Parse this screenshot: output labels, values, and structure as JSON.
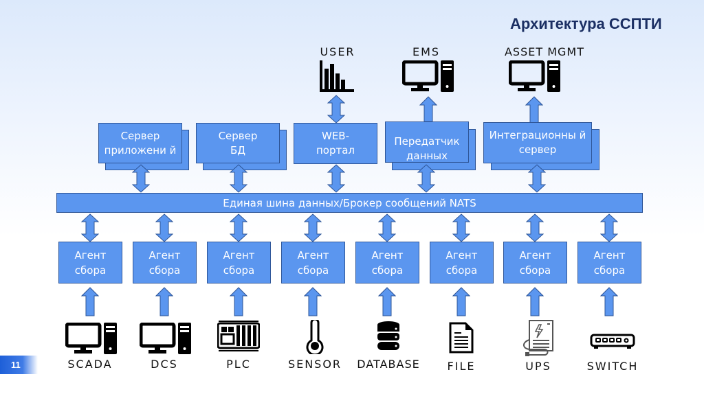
{
  "slide": {
    "title": "Архитектура ССПТИ",
    "page_number": "11"
  },
  "top_systems": [
    {
      "label": "USER",
      "icon": "bar-chart-icon"
    },
    {
      "label": "EMS",
      "icon": "computer-icon"
    },
    {
      "label": "ASSET MGMT",
      "icon": "computer-icon"
    }
  ],
  "servers": [
    {
      "label": "Сервер приложени й"
    },
    {
      "label": "Сервер БД"
    },
    {
      "label": "WEB- портал"
    },
    {
      "label": "Передатчик данных"
    },
    {
      "label": "Интеграционны й сервер"
    }
  ],
  "bus": {
    "label": "Единая шина данных/Брокер сообщений NATS"
  },
  "agents": [
    {
      "line1": "Агент",
      "line2": "сбора"
    },
    {
      "line1": "Агент",
      "line2": "сбора"
    },
    {
      "line1": "Агент",
      "line2": "сбора"
    },
    {
      "line1": "Агент",
      "line2": "сбора"
    },
    {
      "line1": "Агент",
      "line2": "сбора"
    },
    {
      "line1": "Агент",
      "line2": "сбора"
    },
    {
      "line1": "Агент",
      "line2": "сбора"
    },
    {
      "line1": "Агент",
      "line2": "сбора"
    }
  ],
  "sources": [
    {
      "label": "SCADA",
      "icon": "computer-icon"
    },
    {
      "label": "DCS",
      "icon": "computer-icon"
    },
    {
      "label": "PLC",
      "icon": "plc-icon"
    },
    {
      "label": "SENSOR",
      "icon": "thermometer-icon"
    },
    {
      "label": "DATABASE",
      "icon": "database-icon"
    },
    {
      "label": "FILE",
      "icon": "file-icon"
    },
    {
      "label": "UPS",
      "icon": "ups-icon"
    },
    {
      "label": "SWITCH",
      "icon": "network-switch-icon"
    }
  ],
  "colors": {
    "box_fill": "#5b96ef",
    "box_border": "#2e5597",
    "title": "#1b2f63"
  }
}
